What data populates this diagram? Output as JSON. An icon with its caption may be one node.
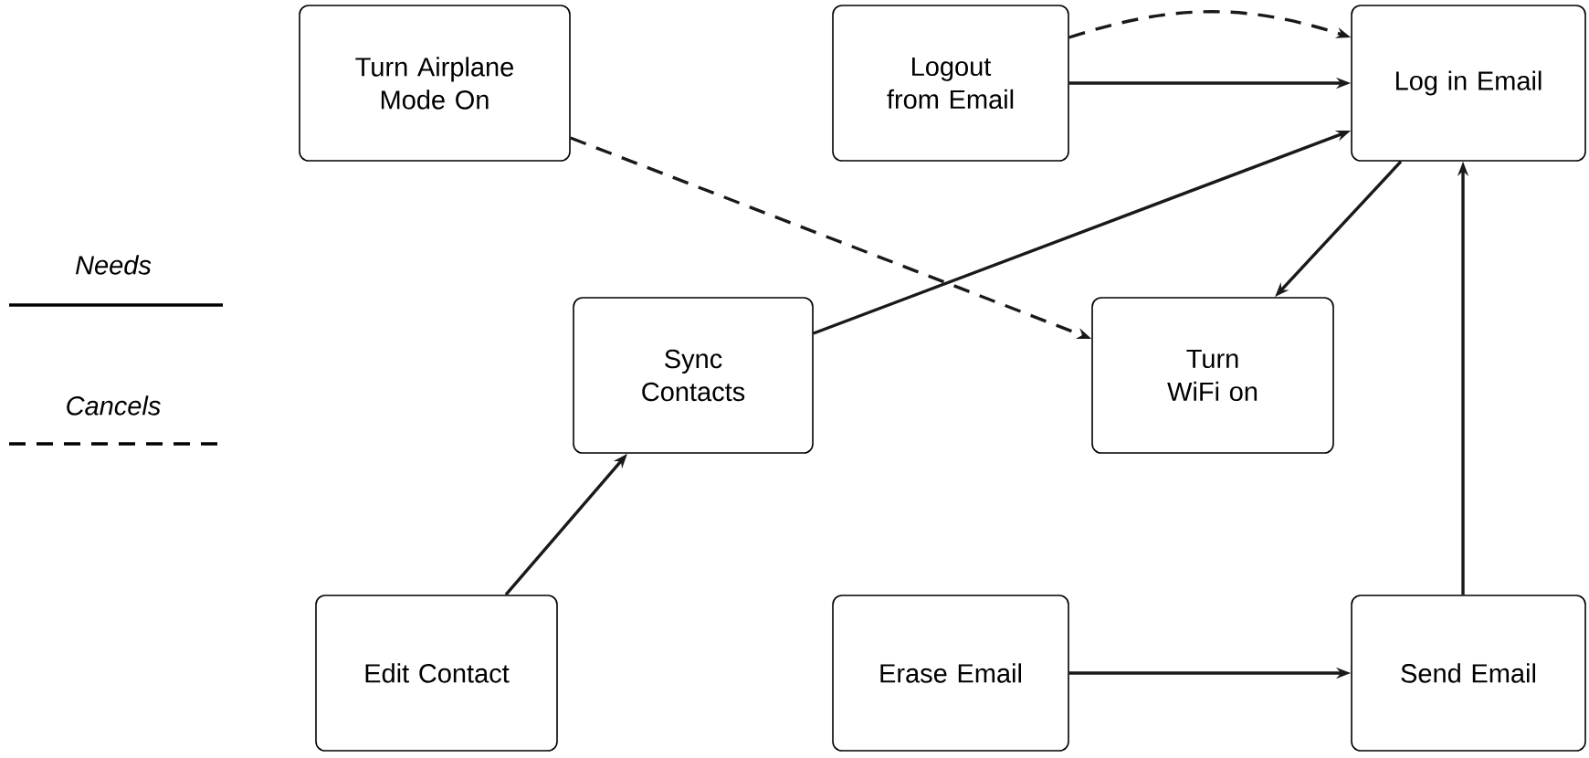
{
  "diagram": {
    "nodes": [
      {
        "text": [
          "Turn Airplane Mode On"
        ]
      },
      {
        "text": [
          "Logout from Email"
        ]
      },
      {
        "text": [
          "Log in Email"
        ]
      },
      {
        "text": [
          "Sync Contacts"
        ]
      },
      {
        "text": [
          "Turn WiFi on"
        ]
      },
      {
        "text": [
          "Edit Contact"
        ]
      },
      {
        "text": [
          "Erase Email"
        ]
      },
      {
        "text": [
          "Send Email"
        ]
      }
    ],
    "edges": [
      {
        "from": 1,
        "to": 2,
        "arrow": "to",
        "style": "dashed"
      },
      {
        "from": 1,
        "to": 2,
        "arrow": "to"
      },
      {
        "from": 0,
        "to": 4,
        "arrow": "to",
        "style": "dashed"
      },
      {
        "from": 3,
        "to": 2,
        "arrow": "to"
      },
      {
        "from": 2,
        "to": 4,
        "arrow": "to"
      },
      {
        "from": 5,
        "to": 3,
        "arrow": "to"
      },
      {
        "from": 6,
        "to": 7,
        "arrow": "to"
      },
      {
        "from": 7,
        "to": 2,
        "arrow": "to"
      }
    ],
    "legend": [
      {
        "text": "Needs"
      },
      {
        "text": "Cancels"
      }
    ]
  }
}
